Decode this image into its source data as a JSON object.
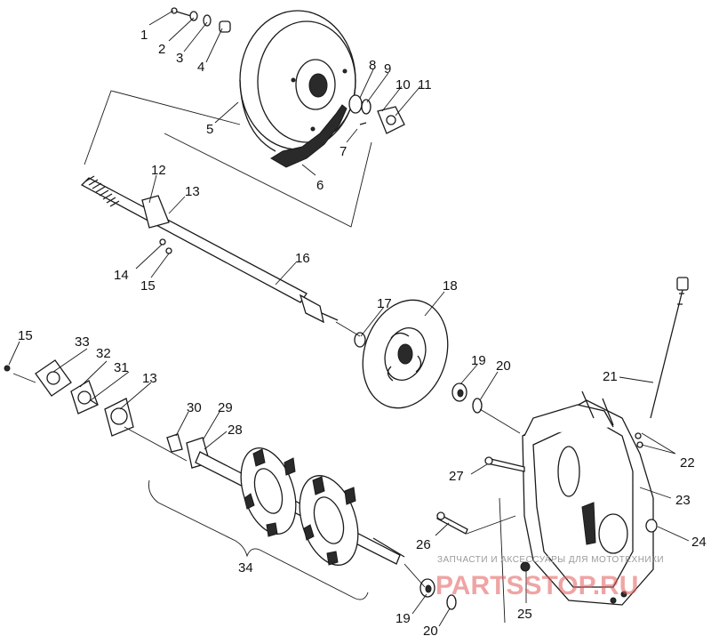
{
  "diagram": {
    "callouts": [
      "1",
      "2",
      "3",
      "4",
      "5",
      "6",
      "7",
      "8",
      "9",
      "10",
      "11",
      "12",
      "13",
      "14",
      "15",
      "16",
      "17",
      "18",
      "19",
      "20",
      "21",
      "22",
      "23",
      "24",
      "25",
      "26",
      "27",
      "28",
      "29",
      "30",
      "31",
      "32",
      "33",
      "13",
      "15",
      "19",
      "20",
      "34"
    ],
    "watermark": {
      "tagline": "ЗАПЧАСТИ И АКСЕССУАРЫ ДЛЯ МОТОТЕХНИКИ",
      "site": "PARTSSTOP.RU"
    }
  }
}
